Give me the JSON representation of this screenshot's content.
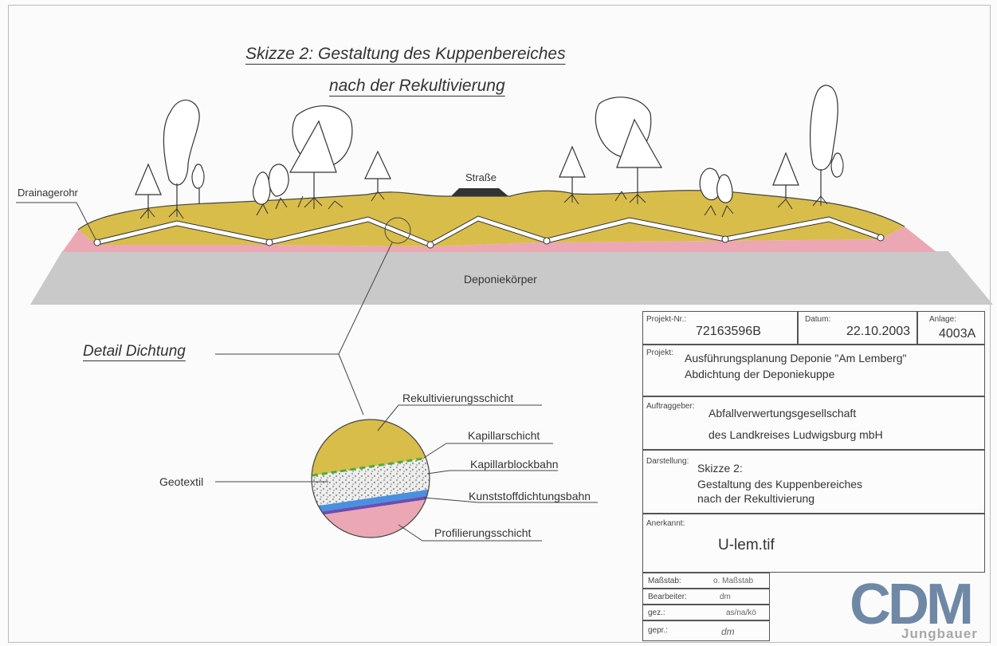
{
  "drawing": {
    "title_line1": "Skizze 2:  Gestaltung des Kuppenbereiches",
    "title_line2": "nach der Rekultivierung",
    "labels": {
      "drainagerohr": "Drainagerohr",
      "strasse": "Straße",
      "deponiekoerper": "Deponiekörper"
    },
    "colors": {
      "rekultivierung": "#d9bd4a",
      "profilierung": "#eca7b4",
      "deponie": "#c9c9c9",
      "drain_layer": "#ffffff"
    }
  },
  "detail": {
    "title": "Detail Dichtung",
    "labels": {
      "rekultivierungsschicht": "Rekultivierungsschicht",
      "kapillarschicht": "Kapillarschicht",
      "kapillarblockbahn": "Kapillarblockbahn",
      "geotextil": "Geotextil",
      "kunststoffdichtungsbahn": "Kunststoffdichtungsbahn",
      "profilierungsschicht": "Profilierungsschicht"
    }
  },
  "title_block": {
    "projekt_nr_label": "Projekt-Nr.:",
    "projekt_nr": "72163596B",
    "datum_label": "Datum:",
    "datum": "22.10.2003",
    "anlage_label": "Anlage:",
    "anlage": "4003A",
    "projekt_label": "Projekt:",
    "projekt_line1": "Ausführungsplanung Deponie \"Am Lemberg\"",
    "projekt_line2": "Abdichtung der Deponiekuppe",
    "auftraggeber_label": "Auftraggeber:",
    "auftraggeber_line1": "Abfallverwertungsgesellschaft",
    "auftraggeber_line2": "des Landkreises Ludwigsburg mbH",
    "darstellung_label": "Darstellung:",
    "darstellung_line1": "Skizze 2:",
    "darstellung_line2": "Gestaltung des Kuppenbereiches",
    "darstellung_line3": "nach der Rekultivierung",
    "anerkannt_label": "Anerkannt:",
    "file": "U-lem.tif",
    "rows": [
      {
        "label": "Maßstab:",
        "value": "o. Maßstab"
      },
      {
        "label": "Bearbeiter:",
        "value": "dm"
      },
      {
        "label": "gez.:",
        "value": "as/na/kö"
      },
      {
        "label": "gepr.:",
        "value": "dm"
      }
    ],
    "logo": "CDM",
    "logo_sub": "Jungbauer"
  }
}
